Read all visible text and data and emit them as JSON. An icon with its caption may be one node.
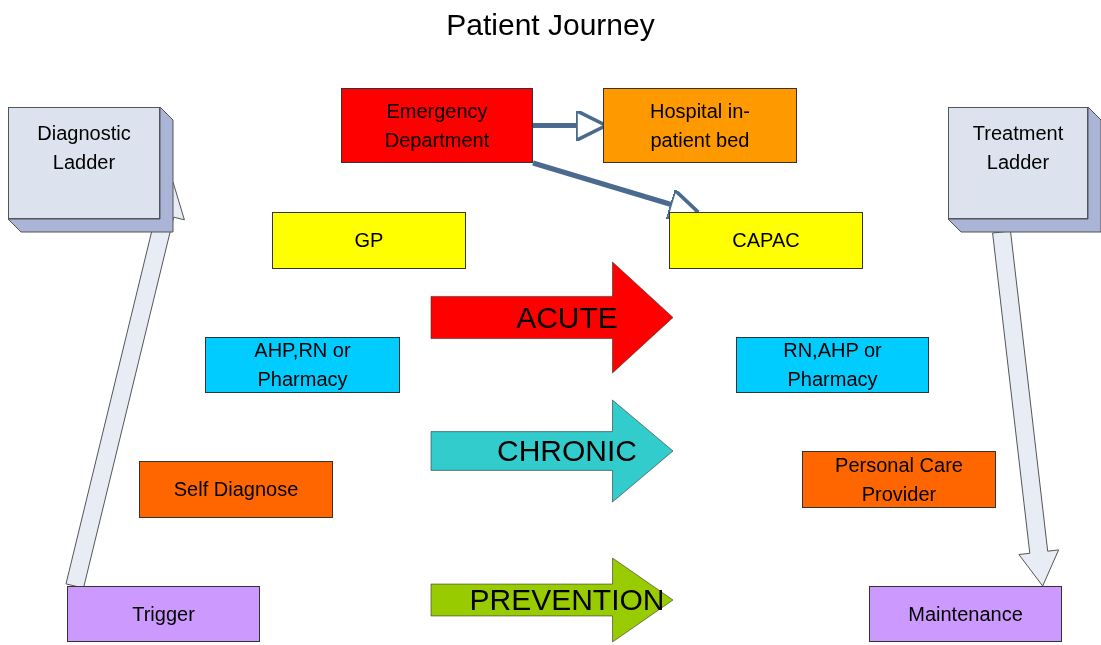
{
  "diagram": {
    "title": "Patient Journey",
    "nodes": [
      {
        "text": [
          "Diagnostic Ladder"
        ]
      },
      {
        "text": [
          "Emergency Department"
        ]
      },
      {
        "text": [
          "Hospital in-patient bed"
        ]
      },
      {
        "text": [
          "Treatment Ladder"
        ]
      },
      {
        "text": [
          "GP"
        ]
      },
      {
        "text": [
          "CAPAC"
        ]
      },
      {
        "text": [
          "ACUTE"
        ]
      },
      {
        "text": [
          "AHP,RN or Pharmacy"
        ]
      },
      {
        "text": [
          "RN,AHP or Pharmacy"
        ]
      },
      {
        "text": [
          "CHRONIC"
        ]
      },
      {
        "text": [
          "Self Diagnose"
        ]
      },
      {
        "text": [
          "Personal Care Provider"
        ]
      },
      {
        "text": [
          "Trigger"
        ]
      },
      {
        "text": [
          "PREVENTION"
        ]
      },
      {
        "text": [
          "Maintenance"
        ]
      }
    ],
    "edges": [
      {
        "from": 1,
        "to": 2,
        "arrow": "to"
      },
      {
        "from": 1,
        "to": 5,
        "arrow": "to"
      },
      {
        "from": 12,
        "to": 0,
        "arrow": "to"
      },
      {
        "from": 3,
        "to": 14,
        "arrow": "to"
      }
    ]
  }
}
